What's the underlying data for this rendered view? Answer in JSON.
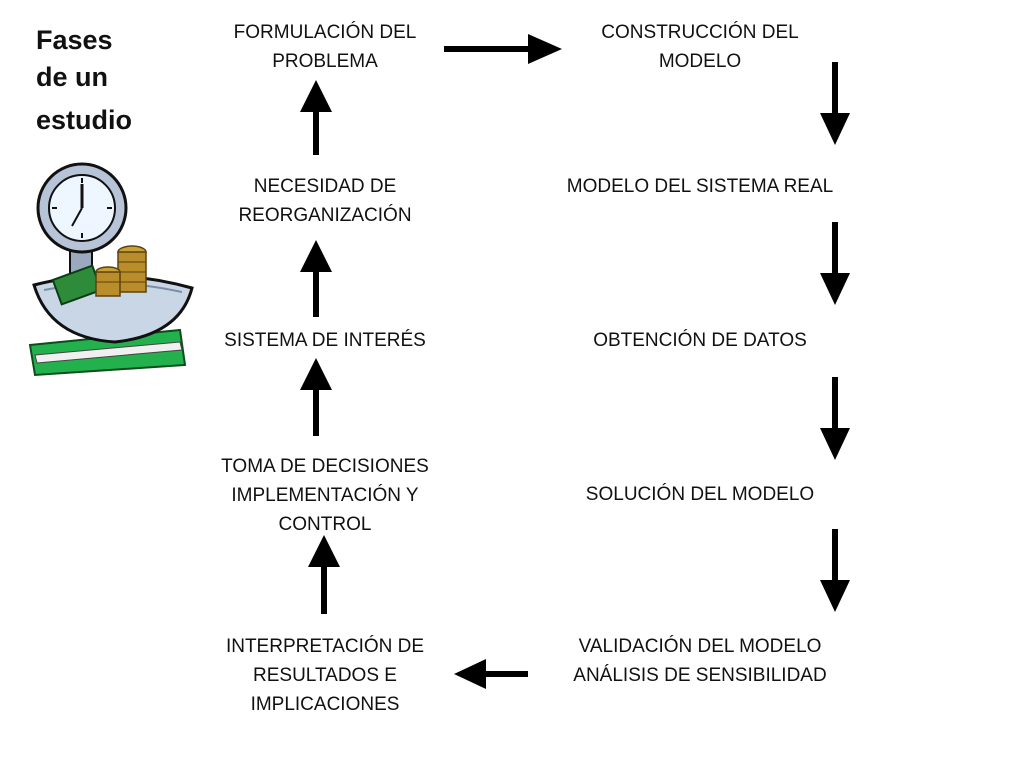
{
  "title": {
    "line1": "Fases",
    "line2": "de un",
    "line3": "estudio"
  },
  "nodes": {
    "formulacion": [
      "FORMULACIÓN DEL",
      "PROBLEMA"
    ],
    "construccion": [
      "CONSTRUCCIÓN DEL",
      "MODELO"
    ],
    "necesidad": [
      "NECESIDAD DE",
      "REORGANIZACIÓN"
    ],
    "modelo_sistema": [
      "MODELO DEL SISTEMA REAL"
    ],
    "sistema_interes": [
      "SISTEMA DE INTERÉS"
    ],
    "obtencion": [
      "OBTENCIÓN DE DATOS"
    ],
    "toma_decisiones": [
      "TOMA DE DECISIONES",
      "IMPLEMENTACIÓN Y",
      "CONTROL"
    ],
    "solucion": [
      "SOLUCIÓN DEL MODELO"
    ],
    "interpretacion": [
      "INTERPRETACIÓN DE",
      "RESULTADOS E",
      "IMPLICACIONES"
    ],
    "validacion": [
      "VALIDACIÓN DEL MODELO",
      "ANÁLISIS DE SENSIBILIDAD"
    ]
  },
  "icon": {
    "name": "scale-with-money-icon"
  },
  "colors": {
    "arrow": "#000000",
    "text": "#111111"
  }
}
